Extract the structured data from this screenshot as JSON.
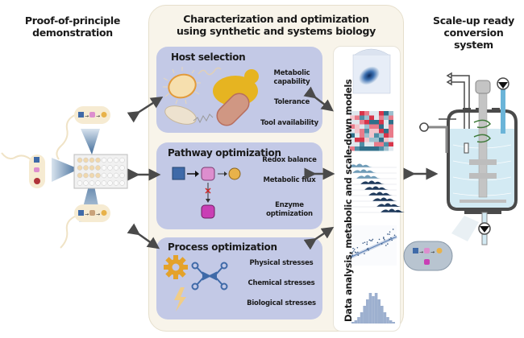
{
  "columns": {
    "left": {
      "line1": "Proof-of-principle",
      "line2": "demonstration"
    },
    "middle": {
      "line1": "Characterization and optimization",
      "line2": "using synthetic and systems biology"
    },
    "right": {
      "line1": "Scale-up ready",
      "line2": "conversion system"
    }
  },
  "host_selection": {
    "title": "Host selection",
    "features": [
      "Metabolic capability",
      "Tolerance",
      "Tool availability"
    ],
    "feature_lines": {
      "f1a": "Metabolic",
      "f1b": "capability",
      "f2": "Tolerance",
      "f3": "Tool availability"
    }
  },
  "pathway_optimization": {
    "title": "Pathway optimization",
    "features": [
      "Redox balance",
      "Metabolic flux",
      "Enzyme optimization"
    ],
    "feature_lines": {
      "f1": "Redox balance",
      "f2": "Metabolic flux",
      "f3a": "Enzyme",
      "f3b": "optimization"
    }
  },
  "process_optimization": {
    "title": "Process optimization",
    "features": [
      "Physical stresses",
      "Chemical stresses",
      "Biological stresses"
    ],
    "feature_lines": {
      "f1": "Physical stresses",
      "f2": "Chemical stresses",
      "f3": "Biological stresses"
    }
  },
  "data_panel": {
    "label": "Data analysis, metabolic and scale-down models",
    "plots": [
      "joint-density-plot",
      "heatmap",
      "ridgeline-plot",
      "regression-scatter-plot",
      "histogram"
    ]
  },
  "colors": {
    "panel_bg": "#f8f4ea",
    "subpanel_bg": "#c3c9e6",
    "substrate_blue": "#3f6aa8",
    "intermediate_pink": "#d98bc8",
    "product_orange": "#e8b24a",
    "side_product_magenta": "#c93fb5",
    "arrow_gray": "#4a4a4a",
    "liquid_blue": "#cfe6f0"
  }
}
